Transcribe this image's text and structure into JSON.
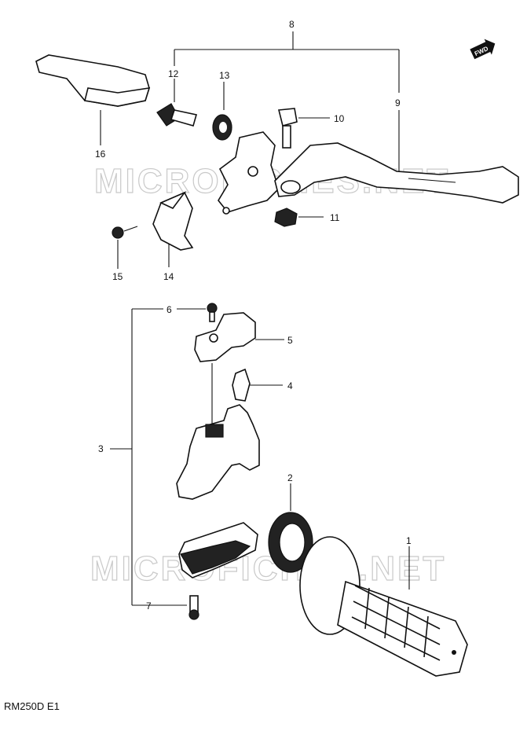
{
  "diagram": {
    "labels": {
      "p1": "1",
      "p2": "2",
      "p3": "3",
      "p4": "4",
      "p5": "5",
      "p6": "6",
      "p7": "7",
      "p8": "8",
      "p9": "9",
      "p10": "10",
      "p11": "11",
      "p12": "12",
      "p13": "13",
      "p14": "14",
      "p15": "15",
      "p16": "16"
    },
    "fwd_badge": "FWD",
    "watermark": "MICROFICHES.NET",
    "footer": "RM250D  E1"
  }
}
